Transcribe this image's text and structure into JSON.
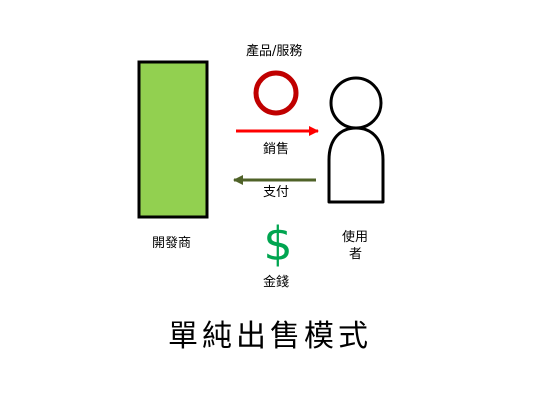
{
  "diagram": {
    "product_label": "產品/服務",
    "sale_label": "銷售",
    "payment_label": "支付",
    "money_symbol": "$",
    "money_label": "金錢",
    "developer_label": "開發商",
    "user_label_line1": "使用",
    "user_label_line2": "者",
    "title": "單純出售模式"
  },
  "colors": {
    "developer_fill": "#92d050",
    "developer_stroke": "#000000",
    "product_ring": "#c00000",
    "sale_arrow": "#ff0000",
    "payment_arrow": "#4f6228",
    "money": "#00a550",
    "user_stroke": "#000000"
  },
  "icons": {
    "product": "ring-icon",
    "user": "person-icon",
    "money": "dollar-sign-icon"
  }
}
